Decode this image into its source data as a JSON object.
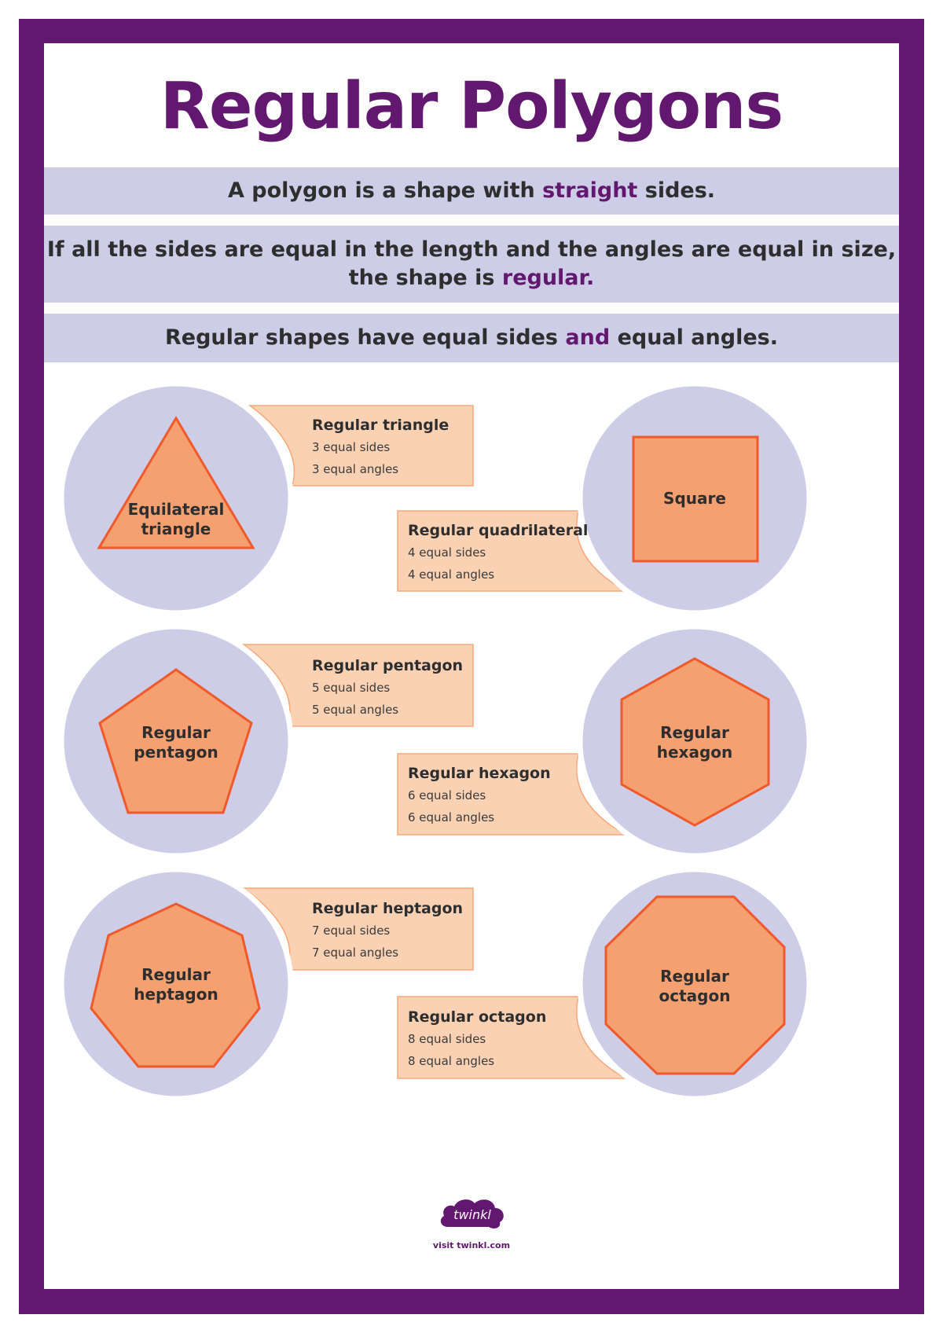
{
  "title": "Regular Polygons",
  "band1": {
    "before": "A polygon is a shape with ",
    "highlight": "straight",
    "after": " sides."
  },
  "band2": {
    "line1": "If all the sides are equal in the length and the angles are equal in size,",
    "line2_before": "the shape is ",
    "highlight": "regular."
  },
  "band3": {
    "before": "Regular shapes have equal sides ",
    "highlight": "and",
    "after": " equal angles."
  },
  "shapes": [
    {
      "label_line1": "Equilateral",
      "label_line2": "triangle",
      "card_title": "Regular triangle",
      "sides": "3 equal sides",
      "angles": "3 equal angles",
      "icon": "triangle-icon"
    },
    {
      "label_line1": "Square",
      "label_line2": "",
      "card_title": "Regular quadrilateral",
      "sides": "4 equal sides",
      "angles": "4 equal angles",
      "icon": "square-icon"
    },
    {
      "label_line1": "Regular",
      "label_line2": "pentagon",
      "card_title": "Regular pentagon",
      "sides": "5 equal sides",
      "angles": "5 equal angles",
      "icon": "pentagon-icon"
    },
    {
      "label_line1": "Regular",
      "label_line2": "hexagon",
      "card_title": "Regular hexagon",
      "sides": "6 equal sides",
      "angles": "6 equal angles",
      "icon": "hexagon-icon"
    },
    {
      "label_line1": "Regular",
      "label_line2": "heptagon",
      "card_title": "Regular heptagon",
      "sides": "7 equal sides",
      "angles": "7 equal angles",
      "icon": "heptagon-icon"
    },
    {
      "label_line1": "Regular",
      "label_line2": "octagon",
      "card_title": "Regular octagon",
      "sides": "8 equal sides",
      "angles": "8 equal angles",
      "icon": "octagon-icon"
    }
  ],
  "logo": {
    "text": "twinkl"
  },
  "footer": {
    "visit": "visit twinkl.com"
  },
  "colors": {
    "frame": "#62186f",
    "band": "#cdcde8",
    "circle": "#cdcde8",
    "shape_fill": "#f5a070",
    "shape_stroke": "#f0592a",
    "card": "#fbd1b3",
    "card_stroke": "#f6a878"
  }
}
